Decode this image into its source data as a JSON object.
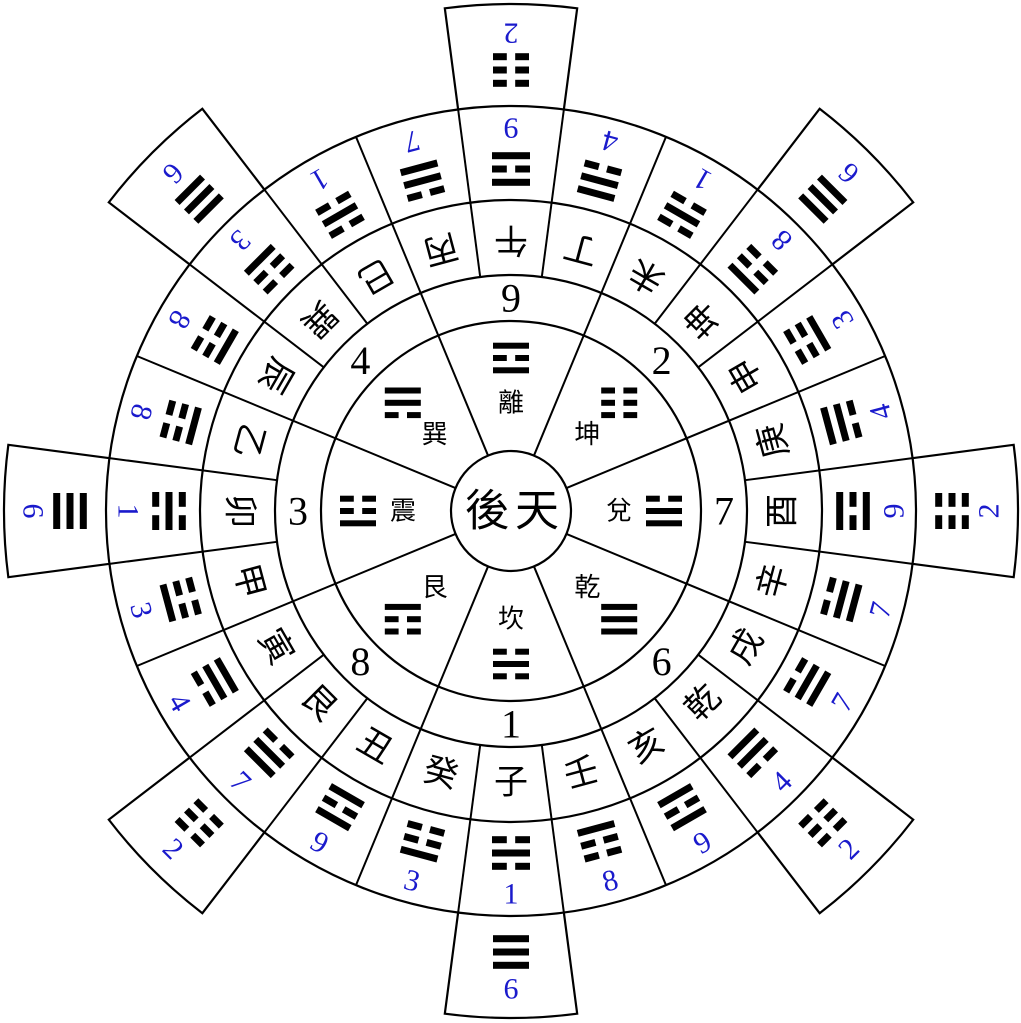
{
  "colors": {
    "line": "#000000",
    "number_blue": "#1a1acc",
    "background": "#ffffff"
  },
  "center_title": [
    "後",
    "天"
  ],
  "trigram_lines_bottom_to_top": {
    "1": "010",
    "2": "000",
    "3": "100",
    "4": "011",
    "6": "111",
    "7": "110",
    "8": "001",
    "9": "101"
  },
  "inner_trigrams": [
    {
      "direction": "S",
      "name": "離",
      "number": "9"
    },
    {
      "direction": "SW",
      "name": "坤",
      "number": "2"
    },
    {
      "direction": "W",
      "name": "兌",
      "number": "7"
    },
    {
      "direction": "NW",
      "name": "乾",
      "number": "6"
    },
    {
      "direction": "N",
      "name": "坎",
      "number": "1"
    },
    {
      "direction": "NE",
      "name": "艮",
      "number": "8"
    },
    {
      "direction": "E",
      "name": "震",
      "number": "3"
    },
    {
      "direction": "SE",
      "name": "巽",
      "number": "4"
    }
  ],
  "mountains": [
    {
      "label": "午",
      "trigram": "9"
    },
    {
      "label": "丁",
      "trigram": "4"
    },
    {
      "label": "未",
      "trigram": "1"
    },
    {
      "label": "坤",
      "trigram": "8"
    },
    {
      "label": "申",
      "trigram": "3"
    },
    {
      "label": "庚",
      "trigram": "4"
    },
    {
      "label": "酉",
      "trigram": "9"
    },
    {
      "label": "辛",
      "trigram": "7"
    },
    {
      "label": "戌",
      "trigram": "7"
    },
    {
      "label": "乾",
      "trigram": "4"
    },
    {
      "label": "亥",
      "trigram": "9"
    },
    {
      "label": "壬",
      "trigram": "8"
    },
    {
      "label": "子",
      "trigram": "1"
    },
    {
      "label": "癸",
      "trigram": "3"
    },
    {
      "label": "丑",
      "trigram": "9"
    },
    {
      "label": "艮",
      "trigram": "7"
    },
    {
      "label": "寅",
      "trigram": "4"
    },
    {
      "label": "甲",
      "trigram": "3"
    },
    {
      "label": "卯",
      "trigram": "1"
    },
    {
      "label": "乙",
      "trigram": "8"
    },
    {
      "label": "辰",
      "trigram": "8"
    },
    {
      "label": "巽",
      "trigram": "3"
    },
    {
      "label": "巳",
      "trigram": "1"
    },
    {
      "label": "丙",
      "trigram": "7"
    }
  ],
  "outer_tabs": [
    {
      "mountain": "午",
      "trigram": "2"
    },
    {
      "mountain": "坤",
      "trigram": "6"
    },
    {
      "mountain": "酉",
      "trigram": "2"
    },
    {
      "mountain": "乾",
      "trigram": "2"
    },
    {
      "mountain": "子",
      "trigram": "6"
    },
    {
      "mountain": "艮",
      "trigram": "2"
    },
    {
      "mountain": "卯",
      "trigram": "6"
    },
    {
      "mountain": "巽",
      "trigram": "6"
    }
  ]
}
